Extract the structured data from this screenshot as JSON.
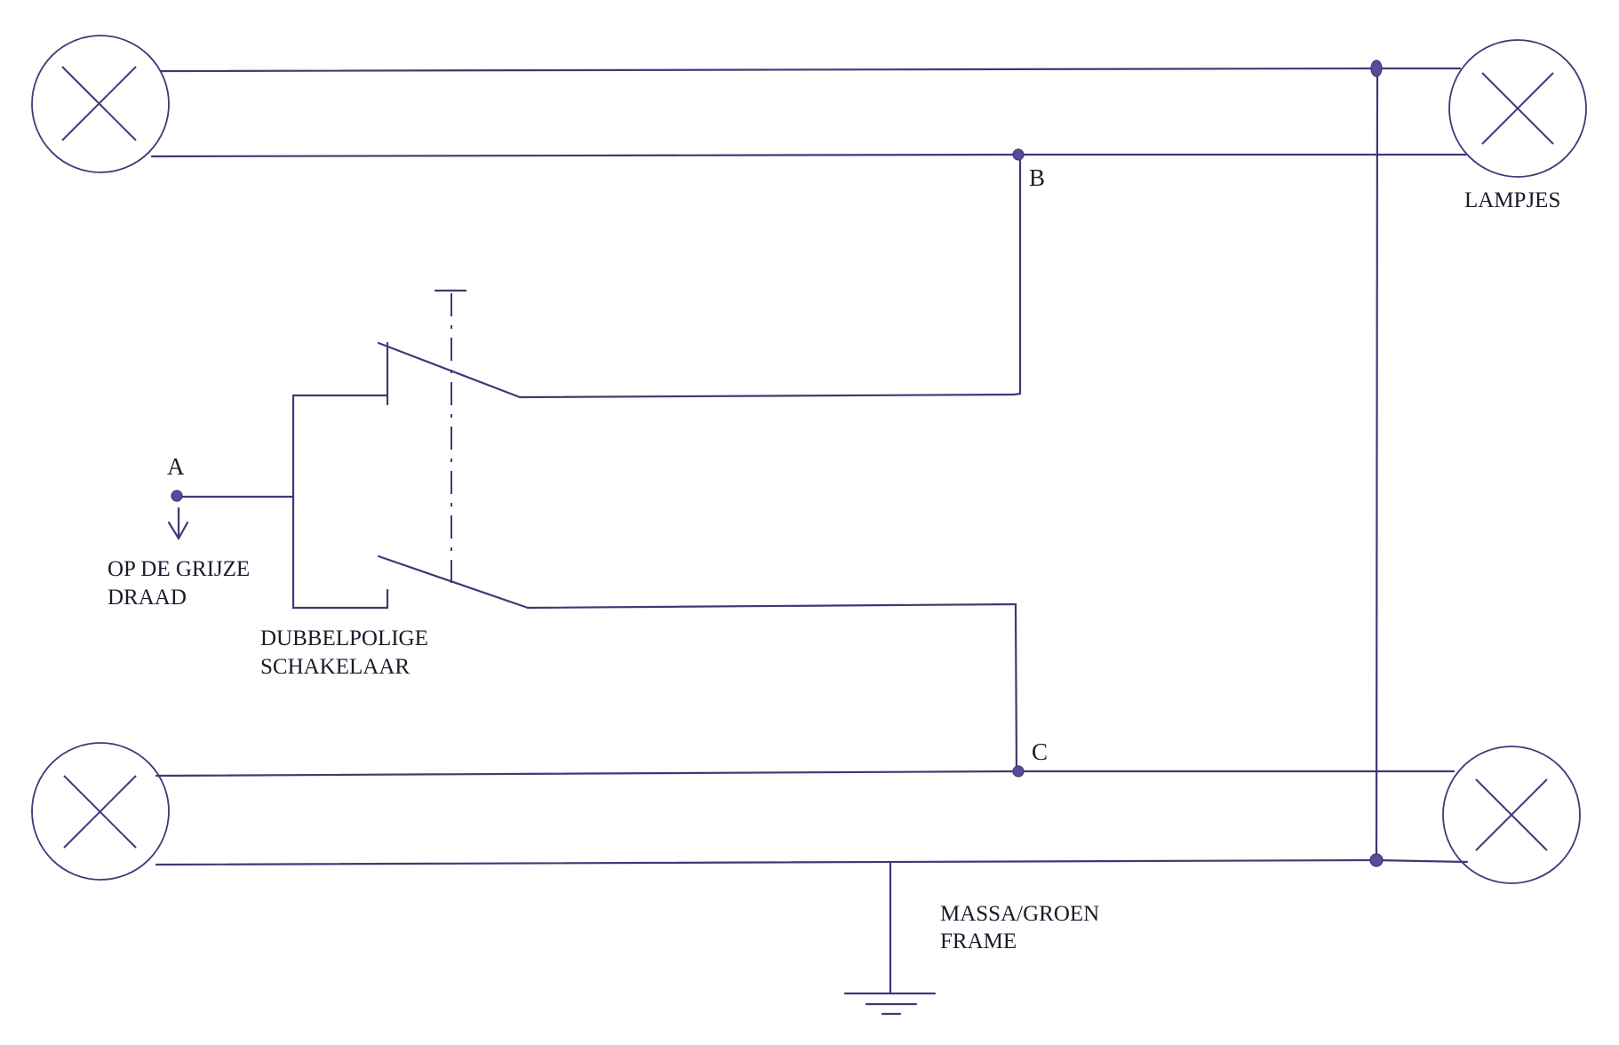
{
  "diagram": {
    "labels": {
      "point_a": "A",
      "point_b": "B",
      "point_c": "C",
      "lamps": "LAMPJES",
      "grey_wire_line1": "OP DE GRIJZE",
      "grey_wire_line2": "DRAAD",
      "switch_line1": "DUBBELPOLIGE",
      "switch_line2": "SCHAKELAAR",
      "ground_line1": "MASSA/GROEN",
      "ground_line2": "FRAME"
    },
    "colors": {
      "ink": "#3d3a78",
      "junction": "#5a4a9a",
      "text": "#1a1a2a",
      "paper": "#ffffff"
    }
  }
}
